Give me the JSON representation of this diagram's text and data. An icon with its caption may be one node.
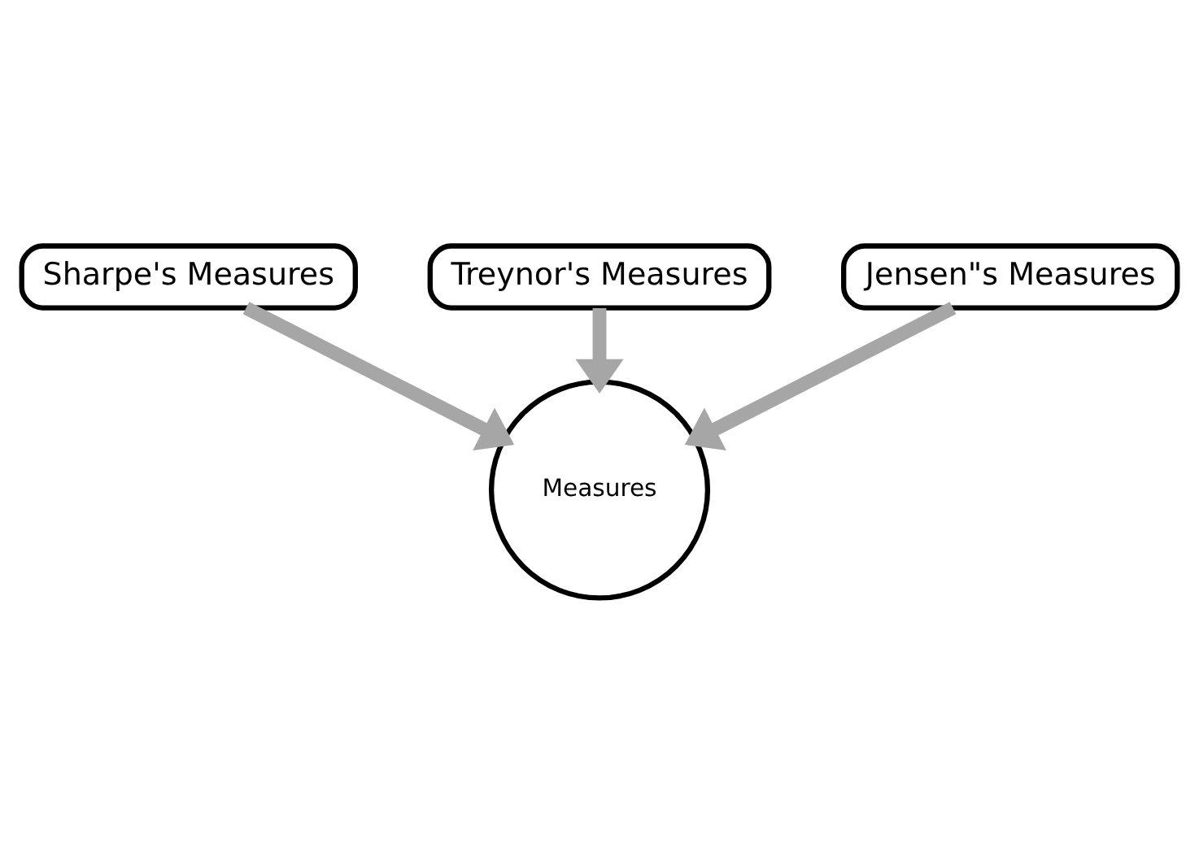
{
  "diagram": {
    "nodes": [
      {
        "text": [
          "Sharpe's Measures"
        ]
      },
      {
        "text": [
          "Treynor's Measures"
        ]
      },
      {
        "text": [
          "Jensen\"s Measures"
        ]
      },
      {
        "text": [
          "Measures"
        ]
      }
    ],
    "edges": [
      {
        "from": 0,
        "to": 3,
        "arrow": "to"
      },
      {
        "from": 1,
        "to": 3,
        "arrow": "to"
      },
      {
        "from": 2,
        "to": 3,
        "arrow": "to"
      }
    ]
  }
}
